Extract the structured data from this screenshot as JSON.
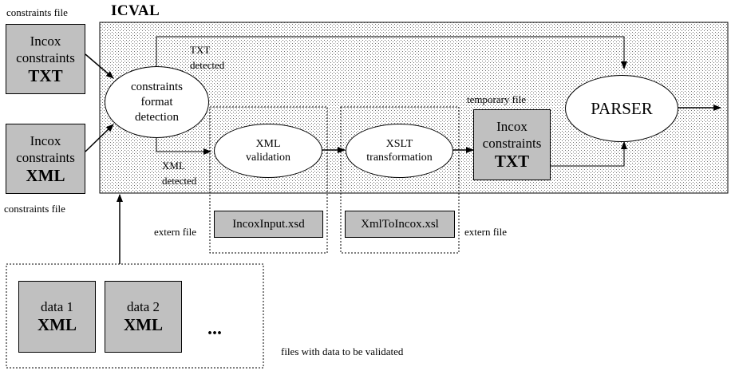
{
  "title": "ICVAL",
  "labels": {
    "constraints_file_top": "constraints file",
    "constraints_file_bottom": "constraints file",
    "txt_detected_1": "TXT",
    "txt_detected_2": "detected",
    "xml_detected_1": "XML",
    "xml_detected_2": "detected",
    "temporary_file": "temporary file",
    "extern_file_left": "extern file",
    "extern_file_right": "extern file",
    "files_with_data": "files with data to be validated",
    "ellipsis": "..."
  },
  "input_txt": {
    "line1": "Incox",
    "line2": "constraints",
    "line3": "TXT"
  },
  "input_xml": {
    "line1": "Incox",
    "line2": "constraints",
    "line3": "XML"
  },
  "temp_txt": {
    "line1": "Incox",
    "line2": "constraints",
    "line3": "TXT"
  },
  "detection": {
    "line1": "constraints",
    "line2": "format",
    "line3": "detection"
  },
  "xml_validation": {
    "line1": "XML",
    "line2": "validation"
  },
  "xslt": {
    "line1": "XSLT",
    "line2": "transformation"
  },
  "parser": {
    "label": "PARSER"
  },
  "xsd_file": "IncoxInput.xsd",
  "xsl_file": "XmlToIncox.xsl",
  "data1": {
    "line1": "data 1",
    "line2": "XML"
  },
  "data2": {
    "line1": "data 2",
    "line2": "XML"
  }
}
